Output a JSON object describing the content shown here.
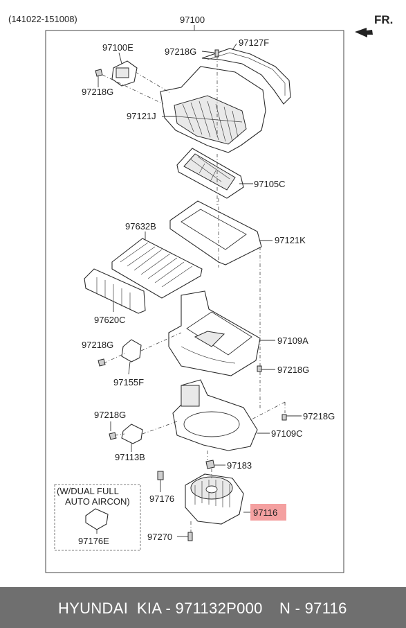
{
  "diagram": {
    "date_code": "(141022-151008)",
    "assembly_number": "97100",
    "direction_label": "FR.",
    "note": {
      "line1": "(W/DUAL FULL",
      "line2": "AUTO AIRCON)",
      "part": "97176E"
    },
    "labels": {
      "p97100E": "97100E",
      "p97218G_a": "97218G",
      "p97218G_b": "97218G",
      "p97127F": "97127F",
      "p97121J": "97121J",
      "p97105C": "97105C",
      "p97632B": "97632B",
      "p97121K": "97121K",
      "p97620C": "97620C",
      "p97218G_c": "97218G",
      "p97109A": "97109A",
      "p97218G_d": "97218G",
      "p97155F": "97155F",
      "p97218G_e": "97218G",
      "p97218G_f": "97218G",
      "p97109C": "97109C",
      "p97113B": "97113B",
      "p97183": "97183",
      "p97176": "97176",
      "p97116": "97116",
      "p97270": "97270"
    },
    "highlight_part": "97116",
    "highlight_color": "#f4a0a0"
  },
  "footer": {
    "brand": "HYUNDAI  KIA - 971132P000",
    "ref": "N - 97116",
    "background": "#6f6f6f"
  }
}
